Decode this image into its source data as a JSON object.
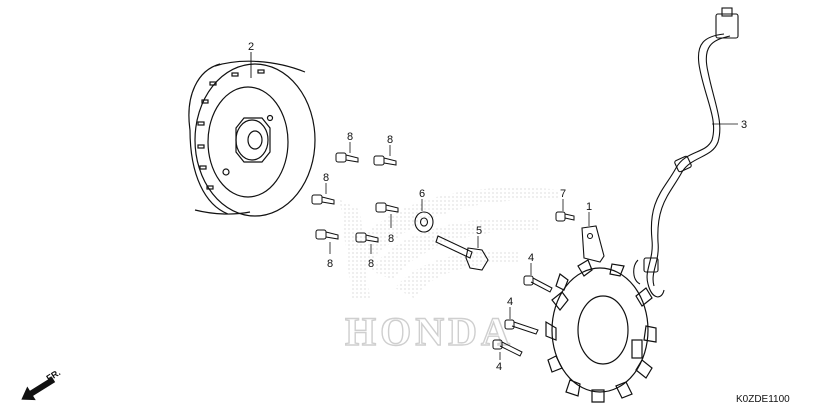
{
  "diagram_code": "K0ZDE1100",
  "direction_label": "FR.",
  "watermark": {
    "text": "HONDA",
    "logo": "honda-wing-logo",
    "color": "#cfcfcf"
  },
  "callouts": [
    {
      "id": "c2",
      "label": "2"
    },
    {
      "id": "c3",
      "label": "3"
    },
    {
      "id": "c8a",
      "label": "8"
    },
    {
      "id": "c8b",
      "label": "8"
    },
    {
      "id": "c8c",
      "label": "8"
    },
    {
      "id": "c8d",
      "label": "8"
    },
    {
      "id": "c8e",
      "label": "8"
    },
    {
      "id": "c8f",
      "label": "8"
    },
    {
      "id": "c6",
      "label": "6"
    },
    {
      "id": "c5",
      "label": "5"
    },
    {
      "id": "c7",
      "label": "7"
    },
    {
      "id": "c1",
      "label": "1"
    },
    {
      "id": "c4a",
      "label": "4"
    },
    {
      "id": "c4b",
      "label": "4"
    },
    {
      "id": "c4c",
      "label": "4"
    }
  ],
  "colors": {
    "line": "#111111",
    "background": "#ffffff"
  }
}
